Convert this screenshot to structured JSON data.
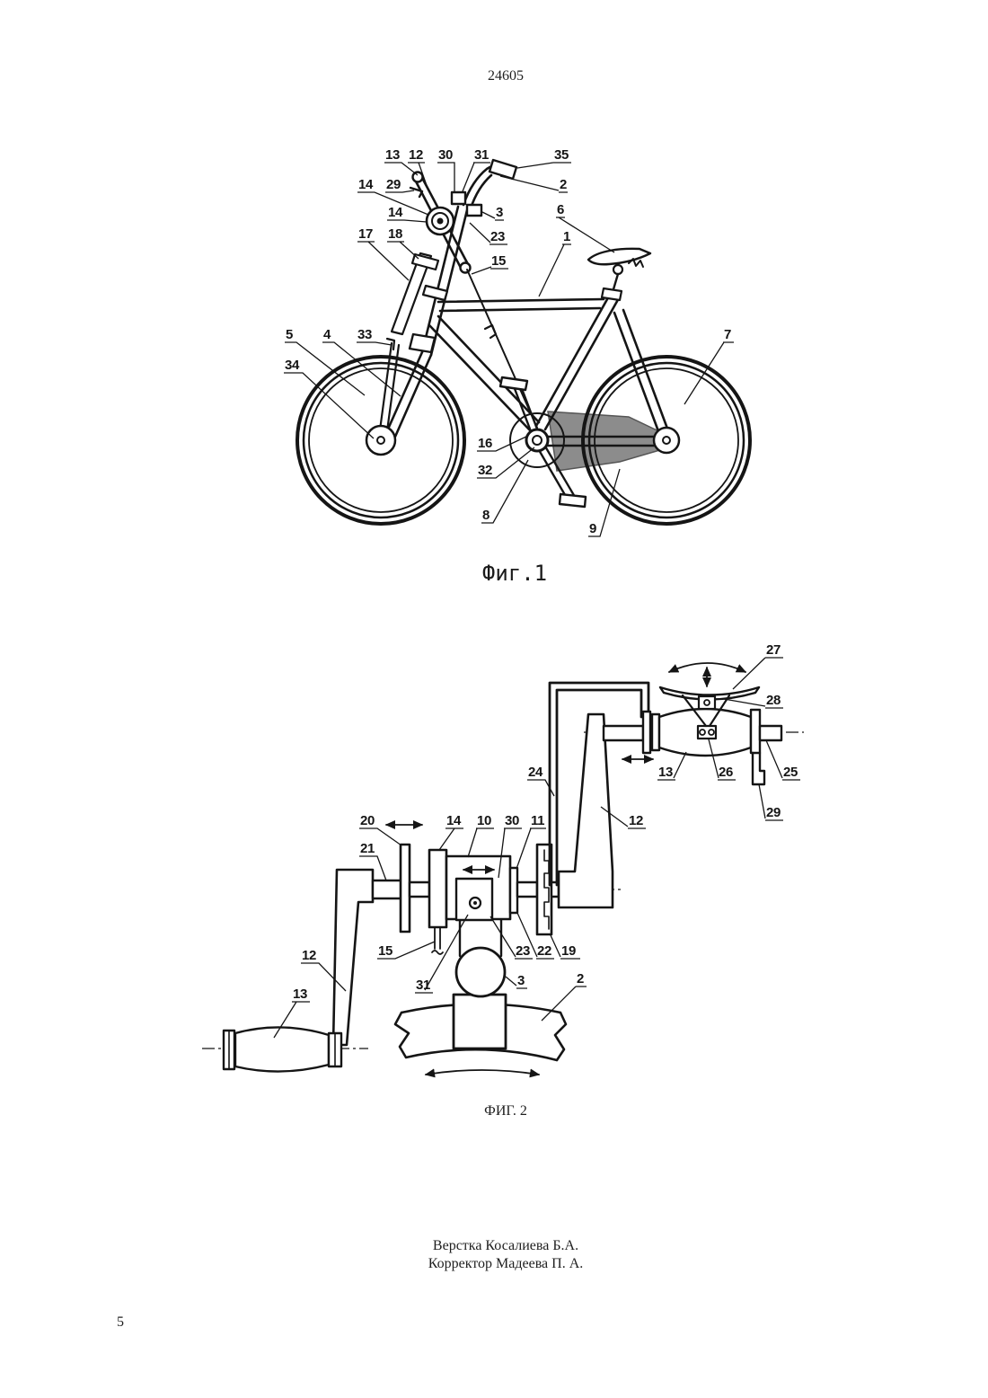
{
  "header": {
    "document_number": "24605"
  },
  "figure1": {
    "caption": "Фиг.1",
    "labels": [
      "13",
      "12",
      "30",
      "31",
      "35",
      "29",
      "14",
      "14",
      "3",
      "2",
      "6",
      "23",
      "17",
      "18",
      "15",
      "1",
      "5",
      "4",
      "33",
      "7",
      "34",
      "16",
      "32",
      "8",
      "9"
    ]
  },
  "figure2": {
    "caption": "ФИГ. 2",
    "labels": [
      "27",
      "28",
      "24",
      "13",
      "26",
      "25",
      "29",
      "20",
      "14",
      "10",
      "30",
      "11",
      "12",
      "21",
      "15",
      "23",
      "22",
      "19",
      "12",
      "31",
      "3",
      "2",
      "13"
    ]
  },
  "footer": {
    "layout_credit": "Верстка Косалиева Б.А.",
    "proofreader_credit": "Корректор Мадеева П. А.",
    "page_number": "5"
  }
}
